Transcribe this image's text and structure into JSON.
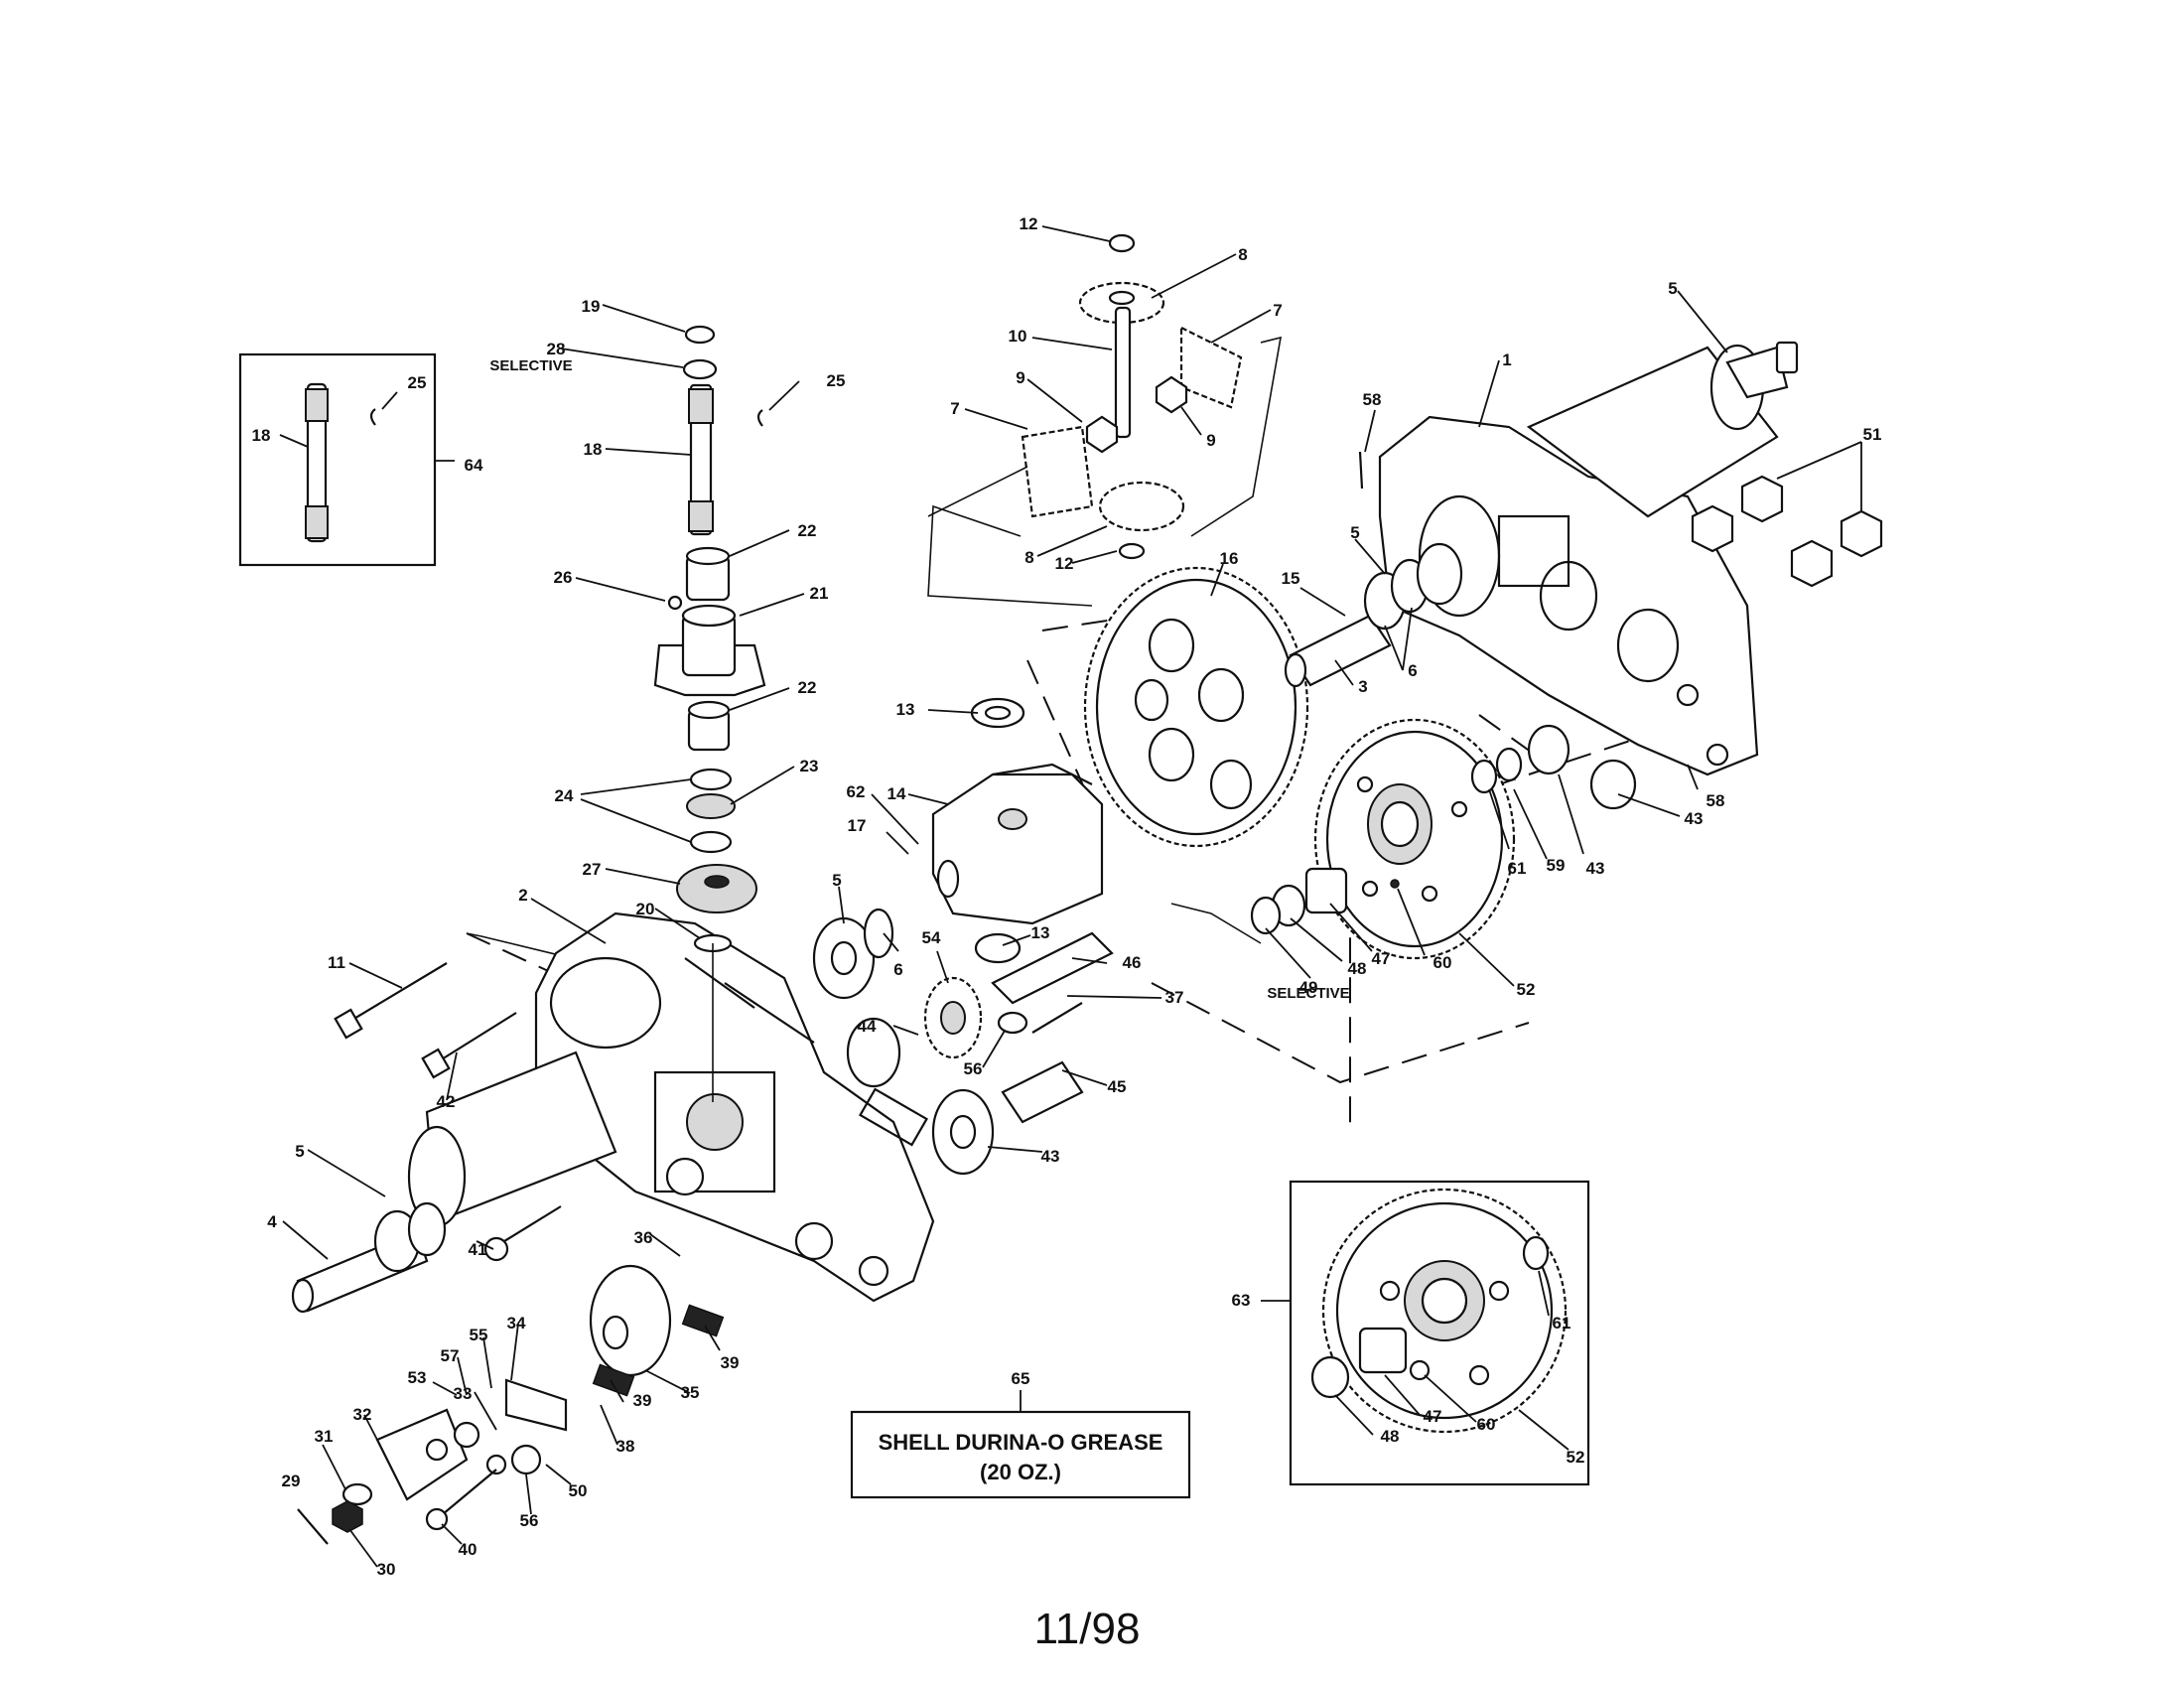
{
  "notes": {
    "grease_line1": "SHELL DURINA-O GREASE",
    "grease_line2": "(20 OZ.)",
    "footer_date": "11/98"
  },
  "callouts": [
    {
      "text": "12"
    },
    {
      "text": "8"
    },
    {
      "text": "7"
    },
    {
      "text": "10"
    },
    {
      "text": "9"
    },
    {
      "text": "9"
    },
    {
      "text": "7"
    },
    {
      "text": "8"
    },
    {
      "text": "12"
    },
    {
      "text": "19"
    },
    {
      "text": "28"
    },
    {
      "text": "25"
    },
    {
      "text": "18"
    },
    {
      "text": "25"
    },
    {
      "text": "18"
    },
    {
      "text": "64"
    },
    {
      "text": "22"
    },
    {
      "text": "26"
    },
    {
      "text": "21"
    },
    {
      "text": "22"
    },
    {
      "text": "24"
    },
    {
      "text": "23"
    },
    {
      "text": "27"
    },
    {
      "text": "20"
    },
    {
      "text": "2"
    },
    {
      "text": "11"
    },
    {
      "text": "42"
    },
    {
      "text": "5"
    },
    {
      "text": "4"
    },
    {
      "text": "13"
    },
    {
      "text": "62"
    },
    {
      "text": "17"
    },
    {
      "text": "14"
    },
    {
      "text": "5"
    },
    {
      "text": "6"
    },
    {
      "text": "44"
    },
    {
      "text": "54"
    },
    {
      "text": "13"
    },
    {
      "text": "46"
    },
    {
      "text": "37"
    },
    {
      "text": "56"
    },
    {
      "text": "45"
    },
    {
      "text": "43"
    },
    {
      "text": "5"
    },
    {
      "text": "1"
    },
    {
      "text": "58"
    },
    {
      "text": "51"
    },
    {
      "text": "5"
    },
    {
      "text": "16"
    },
    {
      "text": "15"
    },
    {
      "text": "3"
    },
    {
      "text": "6"
    },
    {
      "text": "58"
    },
    {
      "text": "43"
    },
    {
      "text": "43"
    },
    {
      "text": "59"
    },
    {
      "text": "61"
    },
    {
      "text": "49"
    },
    {
      "text": "48"
    },
    {
      "text": "47"
    },
    {
      "text": "60"
    },
    {
      "text": "52"
    },
    {
      "text": "41"
    },
    {
      "text": "36"
    },
    {
      "text": "39"
    },
    {
      "text": "35"
    },
    {
      "text": "39"
    },
    {
      "text": "38"
    },
    {
      "text": "34"
    },
    {
      "text": "55"
    },
    {
      "text": "57"
    },
    {
      "text": "53"
    },
    {
      "text": "33"
    },
    {
      "text": "32"
    },
    {
      "text": "31"
    },
    {
      "text": "29"
    },
    {
      "text": "30"
    },
    {
      "text": "40"
    },
    {
      "text": "56"
    },
    {
      "text": "50"
    },
    {
      "text": "65"
    },
    {
      "text": "63"
    },
    {
      "text": "61"
    },
    {
      "text": "47"
    },
    {
      "text": "60"
    },
    {
      "text": "48"
    },
    {
      "text": "52"
    }
  ],
  "sublabels": [
    {
      "text": "SELECTIVE"
    },
    {
      "text": "SELECTIVE"
    }
  ]
}
